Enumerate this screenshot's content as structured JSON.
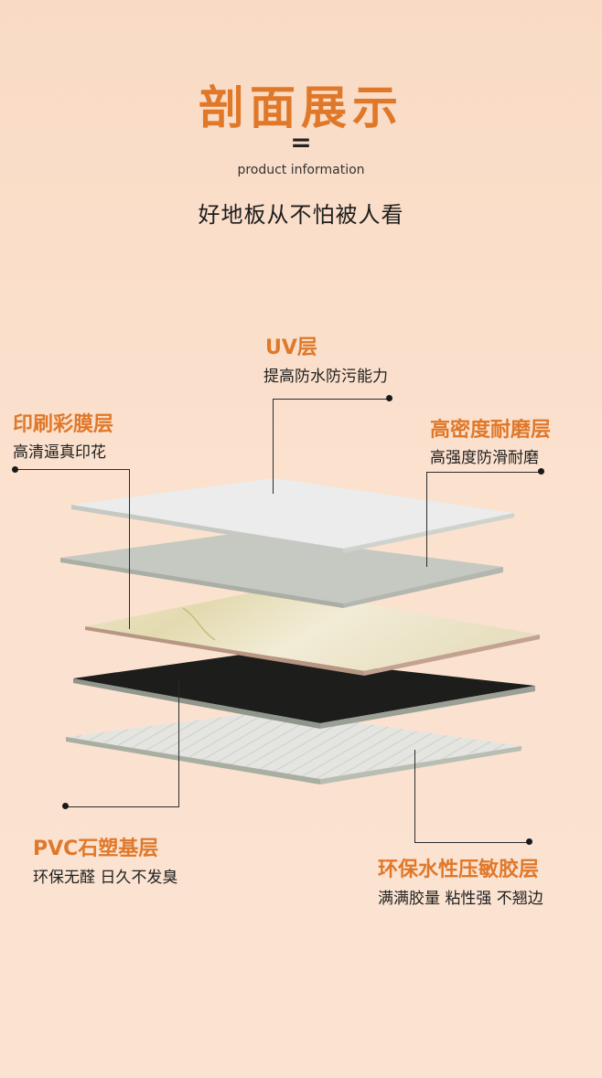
{
  "header": {
    "title": "剖面展示",
    "separator": "=",
    "subtitle": "product information",
    "slogan": "好地板从不怕被人看"
  },
  "layers": [
    {
      "id": "uv",
      "title": "UV层",
      "desc": "提高防水防污能力"
    },
    {
      "id": "wear",
      "title": "高密度耐磨层",
      "desc": "高强度防滑耐磨"
    },
    {
      "id": "print",
      "title": "印刷彩膜层",
      "desc": "高清逼真印花"
    },
    {
      "id": "pvc",
      "title": "PVC石塑基层",
      "desc": "环保无醛  日久不发臭"
    },
    {
      "id": "glue",
      "title": "环保水性压敏胶层",
      "desc": "满满胶量 粘性强 不翘边"
    }
  ],
  "colors": {
    "accent": "#e0782a",
    "background": "#fbe0cb",
    "text": "#1f1f1f"
  }
}
